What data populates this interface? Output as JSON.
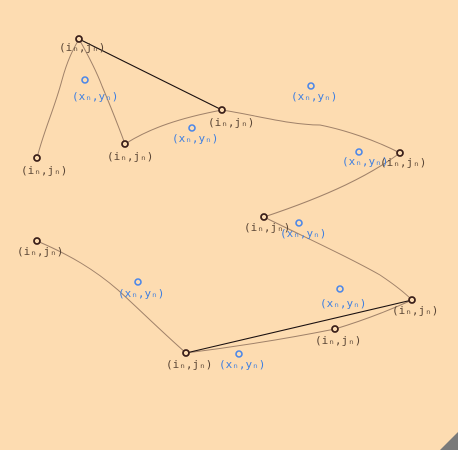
{
  "diagram": {
    "background": "#fddcb1",
    "node_color": "#3a1f1a",
    "point_color": "#4a86e8",
    "curve_color": "#a0826a",
    "segment_color": "#1a1010",
    "nodes": [
      {
        "id": "n1",
        "label": "(iₙ,jₙ)"
      },
      {
        "id": "n2",
        "label": "(iₙ,jₙ)"
      },
      {
        "id": "n3",
        "label": "(iₙ,jₙ)"
      },
      {
        "id": "n4",
        "label": "(iₙ,jₙ)"
      },
      {
        "id": "n5",
        "label": "(iₙ,jₙ)"
      },
      {
        "id": "n6",
        "label": "(iₙ,jₙ)"
      },
      {
        "id": "n7",
        "label": "(iₙ,jₙ)"
      },
      {
        "id": "n8",
        "label": "(iₙ,jₙ)"
      },
      {
        "id": "n9",
        "label": "(iₙ,jₙ)"
      },
      {
        "id": "n10",
        "label": "(iₙ,jₙ)"
      }
    ],
    "points": [
      {
        "id": "p1",
        "label": "(xₙ,yₙ)"
      },
      {
        "id": "p2",
        "label": "(xₙ,yₙ)"
      },
      {
        "id": "p3",
        "label": "(xₙ,yₙ)"
      },
      {
        "id": "p4",
        "label": "(xₙ,yₙ)"
      },
      {
        "id": "p5",
        "label": "(xₙ,yₙ)"
      },
      {
        "id": "p6",
        "label": "(xₙ,yₙ)"
      },
      {
        "id": "p7",
        "label": "(xₙ,yₙ)"
      },
      {
        "id": "p8",
        "label": "(xₙ,yₙ)"
      }
    ],
    "straight_segments": [
      [
        "n2",
        "n4"
      ],
      [
        "n8",
        "n9"
      ]
    ]
  }
}
